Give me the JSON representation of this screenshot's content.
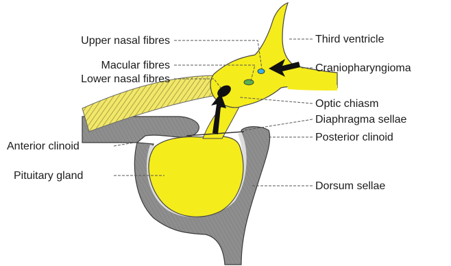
{
  "labels": {
    "upper_nasal_fibres": "Upper nasal fibres",
    "macular_fibres": "Macular fibres",
    "lower_nasal_fibres": "Lower nasal fibres",
    "anterior_clinoid": "Anterior clinoid",
    "pituitary_gland": "Pituitary gland",
    "third_ventricle": "Third ventricle",
    "craniopharyngioma": "Craniopharyngioma",
    "optic_chiasm": "Optic chiasm",
    "diaphragma_sellae": "Diaphragma sellae",
    "posterior_clinoid": "Posterior clinoid",
    "dorsum_sellae": "Dorsum sellae"
  },
  "colors": {
    "neural_tissue": "#f5ec1c",
    "bone": "#8e8e8e",
    "bone_highlight": "#cfcfcf",
    "macular_marker": "#5bb04f",
    "upper_nasal_marker": "#3ab0e6",
    "arrow": "#111111"
  }
}
